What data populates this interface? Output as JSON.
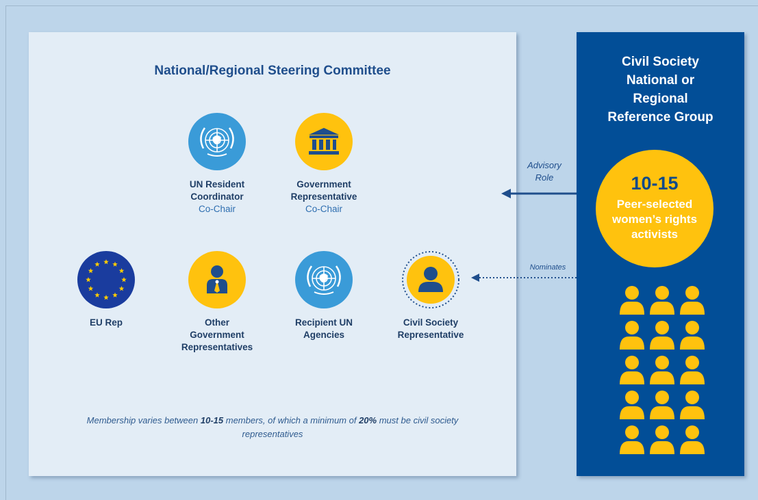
{
  "steering_committee": {
    "title": "National/Regional Steering Committee",
    "co_chairs": [
      {
        "name_lines": [
          "UN Resident",
          "Coordinator"
        ],
        "role": "Co-Chair",
        "icon": "un-emblem-icon"
      },
      {
        "name_lines": [
          "Government",
          "Representative"
        ],
        "role": "Co-Chair",
        "icon": "government-building-icon"
      }
    ],
    "members": [
      {
        "name_lines": [
          "EU Rep"
        ],
        "icon": "eu-flag-icon"
      },
      {
        "name_lines": [
          "Other",
          "Government",
          "Representatives"
        ],
        "icon": "government-official-icon"
      },
      {
        "name_lines": [
          "Recipient UN",
          "Agencies"
        ],
        "icon": "un-emblem-icon"
      },
      {
        "name_lines": [
          "Civil Society",
          "Representative"
        ],
        "icon": "person-icon"
      }
    ],
    "footnote": {
      "p1": "Membership varies between ",
      "b1": "10-15",
      "p2": " members, of which a minimum of ",
      "b2": "20%",
      "p3": " must be civil society representatives"
    }
  },
  "reference_group": {
    "title_lines": [
      "Civil Society",
      "National or",
      "Regional",
      "Reference Group"
    ],
    "count": "10-15",
    "description_lines": [
      "Peer-selected",
      "women’s rights",
      "activists"
    ],
    "people_grid": {
      "rows": 5,
      "cols": 3
    }
  },
  "connections": {
    "advisory": {
      "label_lines": [
        "Advisory",
        "Role"
      ]
    },
    "nominates": {
      "label": "Nominates"
    }
  },
  "colors": {
    "background": "#bdd5ea",
    "panel_light": "#e3edf6",
    "panel_dark": "#024e97",
    "un_blue": "#3a9bd8",
    "accent_yellow": "#ffc20e",
    "navy": "#1f4e8c",
    "eu_blue": "#1a3c9e"
  }
}
